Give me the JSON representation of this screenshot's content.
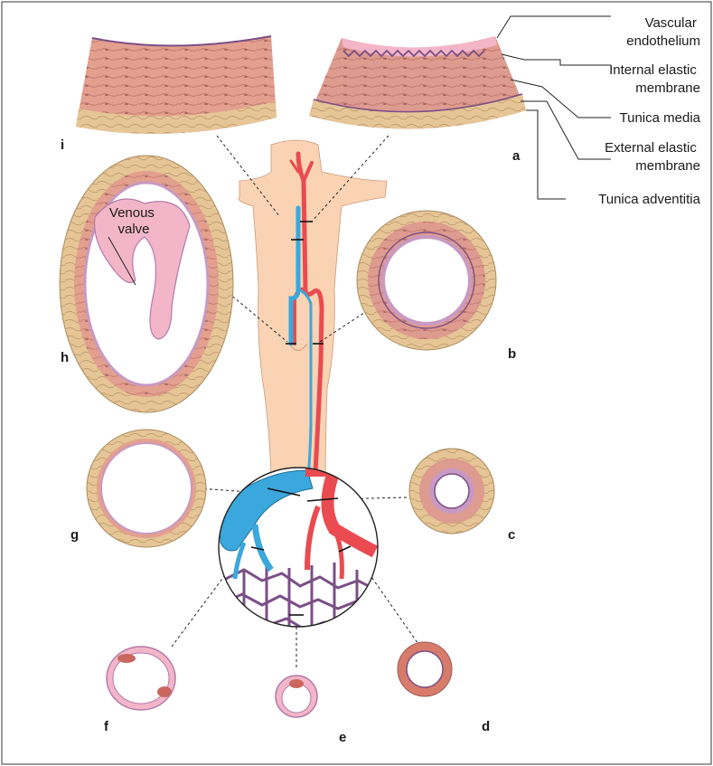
{
  "figure": {
    "panel_letters": {
      "a": "a",
      "b": "b",
      "c": "c",
      "d": "d",
      "e": "e",
      "f": "f",
      "g": "g",
      "h": "h",
      "i": "i"
    },
    "layer_labels": {
      "endothelium": [
        "Vascular",
        "endothelium"
      ],
      "internal_elastic": [
        "Internal elastic",
        "membrane"
      ],
      "tunica_media": [
        "Tunica media"
      ],
      "external_elastic": [
        "External elastic",
        "membrane"
      ],
      "tunica_adventitia": [
        "Tunica adventitia"
      ]
    },
    "venous_valve": [
      "Venous",
      "valve"
    ]
  },
  "colors": {
    "artery_red": "#e94b50",
    "vein_blue": "#3aa8dd",
    "skin": "#f9d3b3",
    "media_pink": "#de9b8f",
    "adventitia_tan": "#e6c596",
    "intima_lilac": "#c89ac3",
    "capillary_purple": "#7b4f86",
    "endothelium_pink": "#f3b6c9"
  },
  "icons": {
    "body": "human-silhouette",
    "magnifier": "capillary-bed-circle"
  }
}
